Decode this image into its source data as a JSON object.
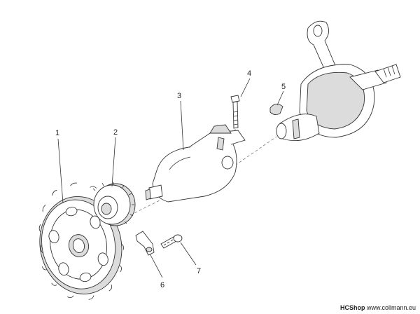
{
  "callouts": [
    {
      "id": "1",
      "text": "1"
    },
    {
      "id": "2",
      "text": "2"
    },
    {
      "id": "3",
      "text": "3"
    },
    {
      "id": "4",
      "text": "4"
    },
    {
      "id": "5",
      "text": "5"
    },
    {
      "id": "6",
      "text": "6"
    },
    {
      "id": "7",
      "text": "7"
    }
  ],
  "footer": {
    "shop": "HCShop",
    "url": "www.collmann.eu"
  },
  "colors": {
    "line": "#333333",
    "fill": "#ffffff",
    "shade": "#d9d9d9"
  }
}
